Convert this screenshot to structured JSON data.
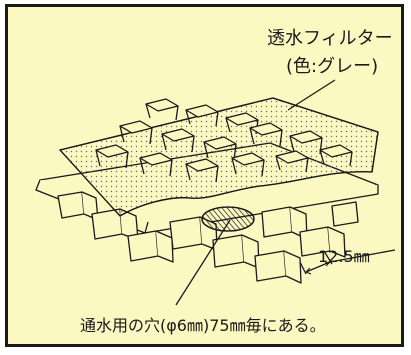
{
  "labels": {
    "filter_name": "透水フィルター",
    "filter_color": "(色:グレー)",
    "dimension": "12.5㎜",
    "hole_note": "通水用の穴(φ6㎜)75㎜毎にある。"
  },
  "colors": {
    "background": "#fbf8c2",
    "line": "#1a1a1a",
    "dots": "#6a6a6a"
  }
}
